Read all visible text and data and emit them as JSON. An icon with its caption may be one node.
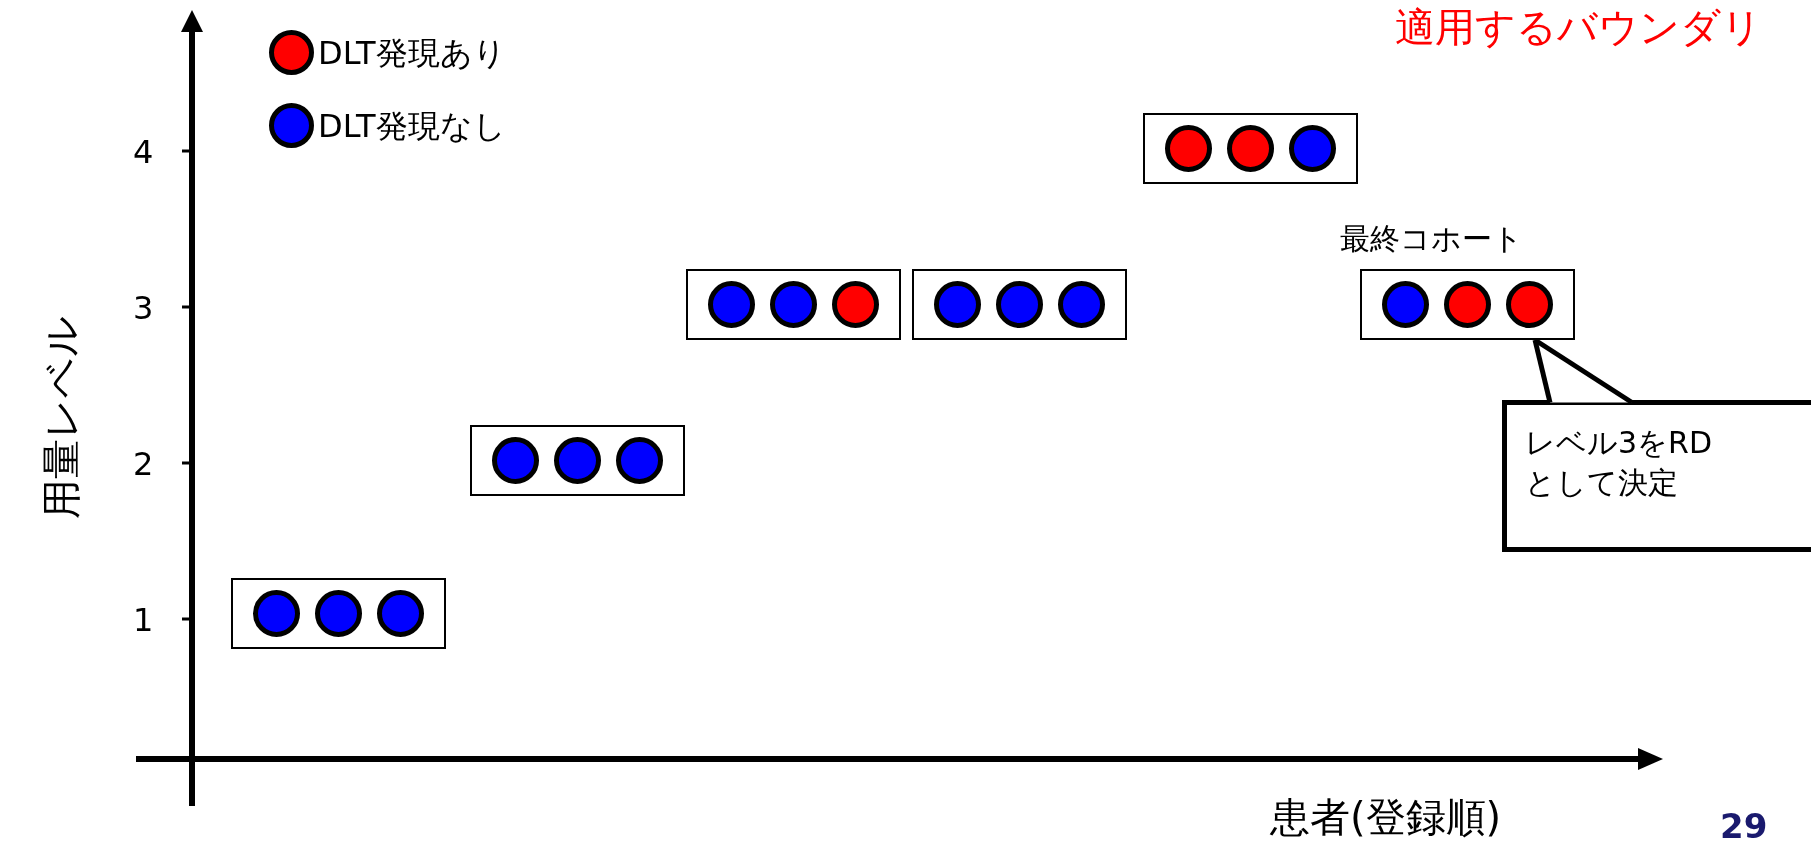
{
  "diagram": {
    "nodes": [
      {
        "text": [],
        "shape": "box"
      },
      {
        "text": [],
        "shape": "circle",
        "in": 0
      },
      {
        "text": [],
        "shape": "circle",
        "in": 0
      },
      {
        "text": [],
        "shape": "circle",
        "in": 0
      },
      {
        "text": [],
        "shape": "box"
      },
      {
        "text": [],
        "shape": "circle",
        "in": 4
      },
      {
        "text": [],
        "shape": "circle",
        "in": 4
      },
      {
        "text": [],
        "shape": "circle",
        "in": 4
      },
      {
        "text": [],
        "shape": "box"
      },
      {
        "text": [],
        "shape": "circle",
        "in": 8
      },
      {
        "text": [],
        "shape": "circle",
        "in": 8
      },
      {
        "text": [],
        "shape": "circle",
        "in": 8
      },
      {
        "text": [],
        "shape": "box"
      },
      {
        "text": [],
        "shape": "circle",
        "in": 12
      },
      {
        "text": [],
        "shape": "circle",
        "in": 12
      },
      {
        "text": [],
        "shape": "circle",
        "in": 12
      },
      {
        "text": [],
        "shape": "box"
      },
      {
        "text": [],
        "shape": "circle",
        "in": 16
      },
      {
        "text": [],
        "shape": "circle",
        "in": 16
      },
      {
        "text": [],
        "shape": "circle",
        "in": 16
      },
      {
        "text": [],
        "shape": "box",
        "beside": [
          "最終コホート"
        ]
      },
      {
        "text": [],
        "shape": "circle",
        "in": 20
      },
      {
        "text": [],
        "shape": "circle",
        "in": 20
      },
      {
        "text": [],
        "shape": "circle",
        "in": 20
      },
      {
        "text": [
          "レベル3をRD として決定"
        ]
      }
    ],
    "edges": [
      {
        "from": 24,
        "to": 20,
        "arrow": "none"
      }
    ],
    "labels": [
      "適用するバウンダリ",
      "4",
      "3",
      "2",
      "1",
      "用量レベル",
      "患者(登録順)",
      "29"
    ],
    "legend": [
      {
        "text": "DLT発現あり",
        "color": "#ff0000"
      },
      {
        "text": "DLT発現なし",
        "color": "#0000ff"
      }
    ]
  }
}
